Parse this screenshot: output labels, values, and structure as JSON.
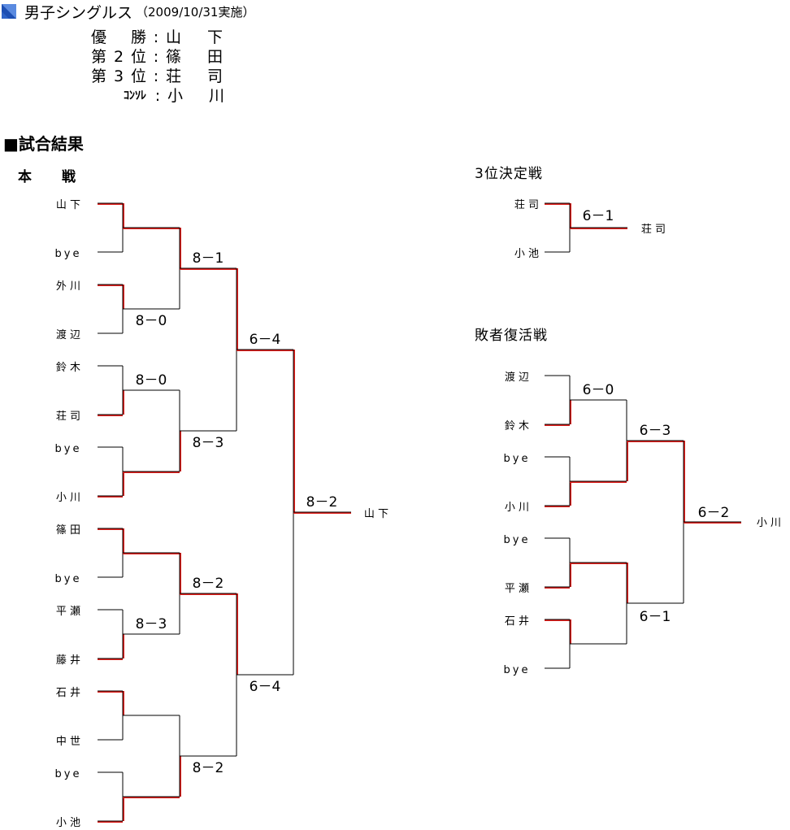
{
  "header": {
    "title": "男子シングルス",
    "date": "（2009/10/31実施）"
  },
  "results": [
    {
      "label": "優 勝",
      "name": "山 下",
      "small": false
    },
    {
      "label": "第2位",
      "name": "篠 田",
      "small": false
    },
    {
      "label": "第3位",
      "name": "荘 司",
      "small": false
    },
    {
      "label": "ｺﾝｿﾚ",
      "name": "小 川",
      "small": true
    }
  ],
  "results_colon": ":",
  "section_title": "■試合結果",
  "main_bracket": {
    "title": "本　　戦",
    "players": [
      "山 下",
      "bye",
      "外 川",
      "渡 辺",
      "鈴 木",
      "荘 司",
      "bye",
      "小 川",
      "篠 田",
      "bye",
      "平 瀬",
      "藤 井",
      "石 井",
      "中 世",
      "bye",
      "小 池"
    ],
    "scores": {
      "r1": [
        "",
        "8－0",
        "8－0",
        "",
        "",
        "8－3",
        "",
        ""
      ],
      "r2": [
        "8－1",
        "8－3",
        "8－2",
        "8－2"
      ],
      "r3": [
        "6－4",
        "6－4"
      ],
      "final": "8－2"
    },
    "winner": "山 下"
  },
  "third_place": {
    "title": "3位決定戦",
    "players": [
      "荘 司",
      "小 池"
    ],
    "score": "6－1",
    "winner": "荘 司"
  },
  "consolation": {
    "title": "敗者復活戦",
    "players": [
      "渡 辺",
      "鈴 木",
      "bye",
      "小 川",
      "bye",
      "平 瀬",
      "石 井",
      "bye"
    ],
    "scores": {
      "r1": [
        "6－0",
        "",
        "",
        ""
      ],
      "r2": [
        "6－3",
        "6－1"
      ],
      "final": "6－2"
    },
    "winner": "小 川"
  },
  "colors": {
    "line": "#000000",
    "highlight": "#e0201c",
    "icon_blue": "#2e63c7",
    "icon_light": "#cfe0f7"
  }
}
